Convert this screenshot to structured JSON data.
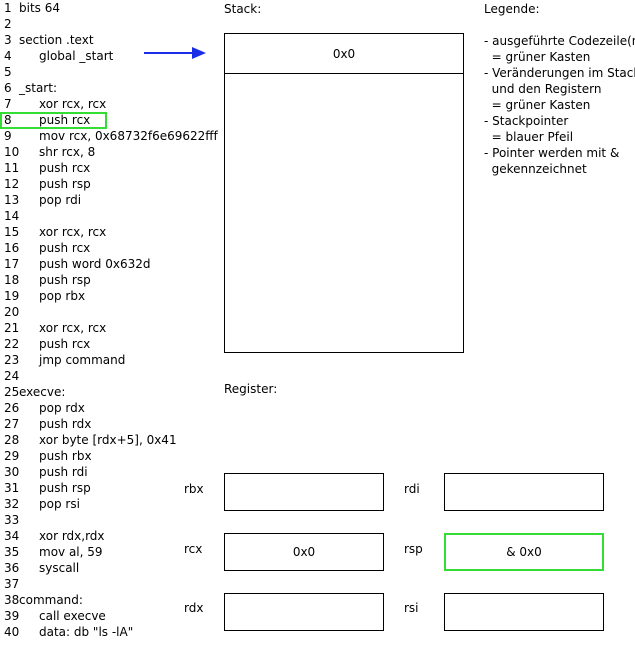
{
  "code": [
    {
      "n": "1",
      "t": "bits 64",
      "indent": false
    },
    {
      "n": "2",
      "t": "",
      "indent": false
    },
    {
      "n": "3",
      "t": "section .text",
      "indent": false
    },
    {
      "n": "4",
      "t": "global _start",
      "indent": true
    },
    {
      "n": "5",
      "t": "",
      "indent": false
    },
    {
      "n": "6",
      "t": "_start:",
      "indent": false
    },
    {
      "n": "7",
      "t": "xor rcx, rcx",
      "indent": true
    },
    {
      "n": "8",
      "t": "push rcx",
      "indent": true
    },
    {
      "n": "9",
      "t": "mov rcx, 0x68732f6e69622fff",
      "indent": true
    },
    {
      "n": "10",
      "t": "shr rcx, 8",
      "indent": true
    },
    {
      "n": "11",
      "t": "push rcx",
      "indent": true
    },
    {
      "n": "12",
      "t": "push rsp",
      "indent": true
    },
    {
      "n": "13",
      "t": "pop rdi",
      "indent": true
    },
    {
      "n": "14",
      "t": "",
      "indent": false
    },
    {
      "n": "15",
      "t": "xor rcx, rcx",
      "indent": true
    },
    {
      "n": "16",
      "t": "push rcx",
      "indent": true
    },
    {
      "n": "17",
      "t": "push word 0x632d",
      "indent": true
    },
    {
      "n": "18",
      "t": "push rsp",
      "indent": true
    },
    {
      "n": "19",
      "t": "pop rbx",
      "indent": true
    },
    {
      "n": "20",
      "t": "",
      "indent": false
    },
    {
      "n": "21",
      "t": "xor rcx, rcx",
      "indent": true
    },
    {
      "n": "22",
      "t": "push rcx",
      "indent": true
    },
    {
      "n": "23",
      "t": "jmp command",
      "indent": true
    },
    {
      "n": "24",
      "t": "",
      "indent": false
    },
    {
      "n": "25",
      "t": "execve:",
      "indent": false
    },
    {
      "n": "26",
      "t": "pop rdx",
      "indent": true
    },
    {
      "n": "27",
      "t": "push rdx",
      "indent": true
    },
    {
      "n": "28",
      "t": "xor byte [rdx+5], 0x41",
      "indent": true
    },
    {
      "n": "29",
      "t": "push rbx",
      "indent": true
    },
    {
      "n": "30",
      "t": "push rdi",
      "indent": true
    },
    {
      "n": "31",
      "t": "push rsp",
      "indent": true
    },
    {
      "n": "32",
      "t": "pop rsi",
      "indent": true
    },
    {
      "n": "33",
      "t": "",
      "indent": false
    },
    {
      "n": "34",
      "t": "xor rdx,rdx",
      "indent": true
    },
    {
      "n": "35",
      "t": "mov al, 59",
      "indent": true
    },
    {
      "n": "36",
      "t": "syscall",
      "indent": true
    },
    {
      "n": "37",
      "t": "",
      "indent": false
    },
    {
      "n": "38",
      "t": "command:",
      "indent": false
    },
    {
      "n": "39",
      "t": "call execve",
      "indent": true
    },
    {
      "n": "40",
      "t": "data: db \"ls -lA\"",
      "indent": true
    }
  ],
  "highlighted_line": "8",
  "stack": {
    "title": "Stack:",
    "top_value": "0x0"
  },
  "legend": {
    "title": "Legende:",
    "lines": [
      "- ausgeführte Codezeile(n)",
      "  = grüner Kasten",
      "- Veränderungen im Stack",
      "  und den Registern",
      "  = grüner Kasten",
      "- Stackpointer",
      "  = blauer Pfeil",
      "- Pointer werden mit &",
      "  gekennzeichnet"
    ]
  },
  "registers": {
    "title": "Register:",
    "rbx": {
      "label": "rbx",
      "value": ""
    },
    "rdi": {
      "label": "rdi",
      "value": ""
    },
    "rcx": {
      "label": "rcx",
      "value": "0x0"
    },
    "rsp": {
      "label": "rsp",
      "value": "& 0x0"
    },
    "rdx": {
      "label": "rdx",
      "value": ""
    },
    "rsi": {
      "label": "rsi",
      "value": ""
    }
  },
  "colors": {
    "highlight": "#33dd33",
    "pointer_arrow": "#1a2ee6"
  }
}
